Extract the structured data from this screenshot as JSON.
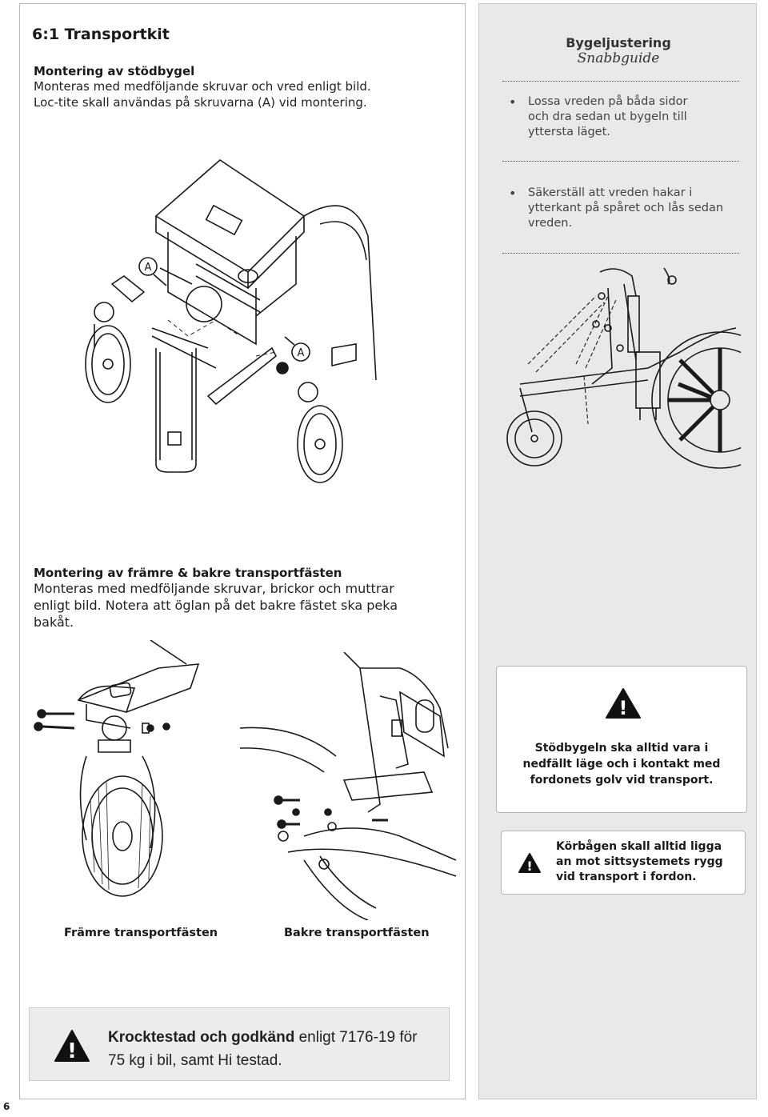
{
  "section": {
    "title": "6:1 Transportkit"
  },
  "mounting_bar": {
    "heading": "Montering av stödbygel",
    "text_line1": "Monteras med medföljande skruvar och vred enligt bild.",
    "text_line2": "Loc-tite skall användas på skruvarna (A) vid montering.",
    "label_a": "A"
  },
  "mounting_brackets": {
    "heading": "Montering av främre & bakre transportfästen",
    "text_line1": "Monteras med medföljande skruvar, brickor och muttrar",
    "text_line2": "enligt bild. Notera att öglan på det bakre fästet ska peka",
    "text_line3": "bakåt."
  },
  "quick_guide": {
    "title": "Bygeljustering",
    "subtitle": "Snabbguide",
    "steps": [
      {
        "bullet": "•",
        "line1": "Lossa vreden på båda sidor",
        "line2": "och dra sedan ut bygeln till",
        "line3": "yttersta läget."
      },
      {
        "bullet": "•",
        "line1": "Säkerställ att vreden hakar i",
        "line2": "ytterkant på spåret och lås sedan",
        "line3": "vreden."
      }
    ]
  },
  "figure_captions": {
    "front": "Främre transportfästen",
    "rear": "Bakre transportfästen"
  },
  "warnings": {
    "bar_line1": "Stödbygeln ska alltid vara i",
    "bar_line2": "nedfällt läge och i kontakt med",
    "bar_line3": "fordonets golv vid transport.",
    "handle_line1": "Körbågen skall alltid ligga",
    "handle_line2": "an mot sittsystemets rygg",
    "handle_line3": "vid transport i fordon.",
    "icon_mark": "!"
  },
  "crash_test": {
    "bold_text": "Krocktestad och godkänd",
    "normal_text": " enligt 7176-19 för",
    "line2": "75 kg i bil, samt Hi testad."
  },
  "page": {
    "number": "6"
  },
  "colors": {
    "sidebar_bg": "#e9e9e9",
    "warning_icon": "#111111",
    "crash_box_bg": "#ececec"
  }
}
